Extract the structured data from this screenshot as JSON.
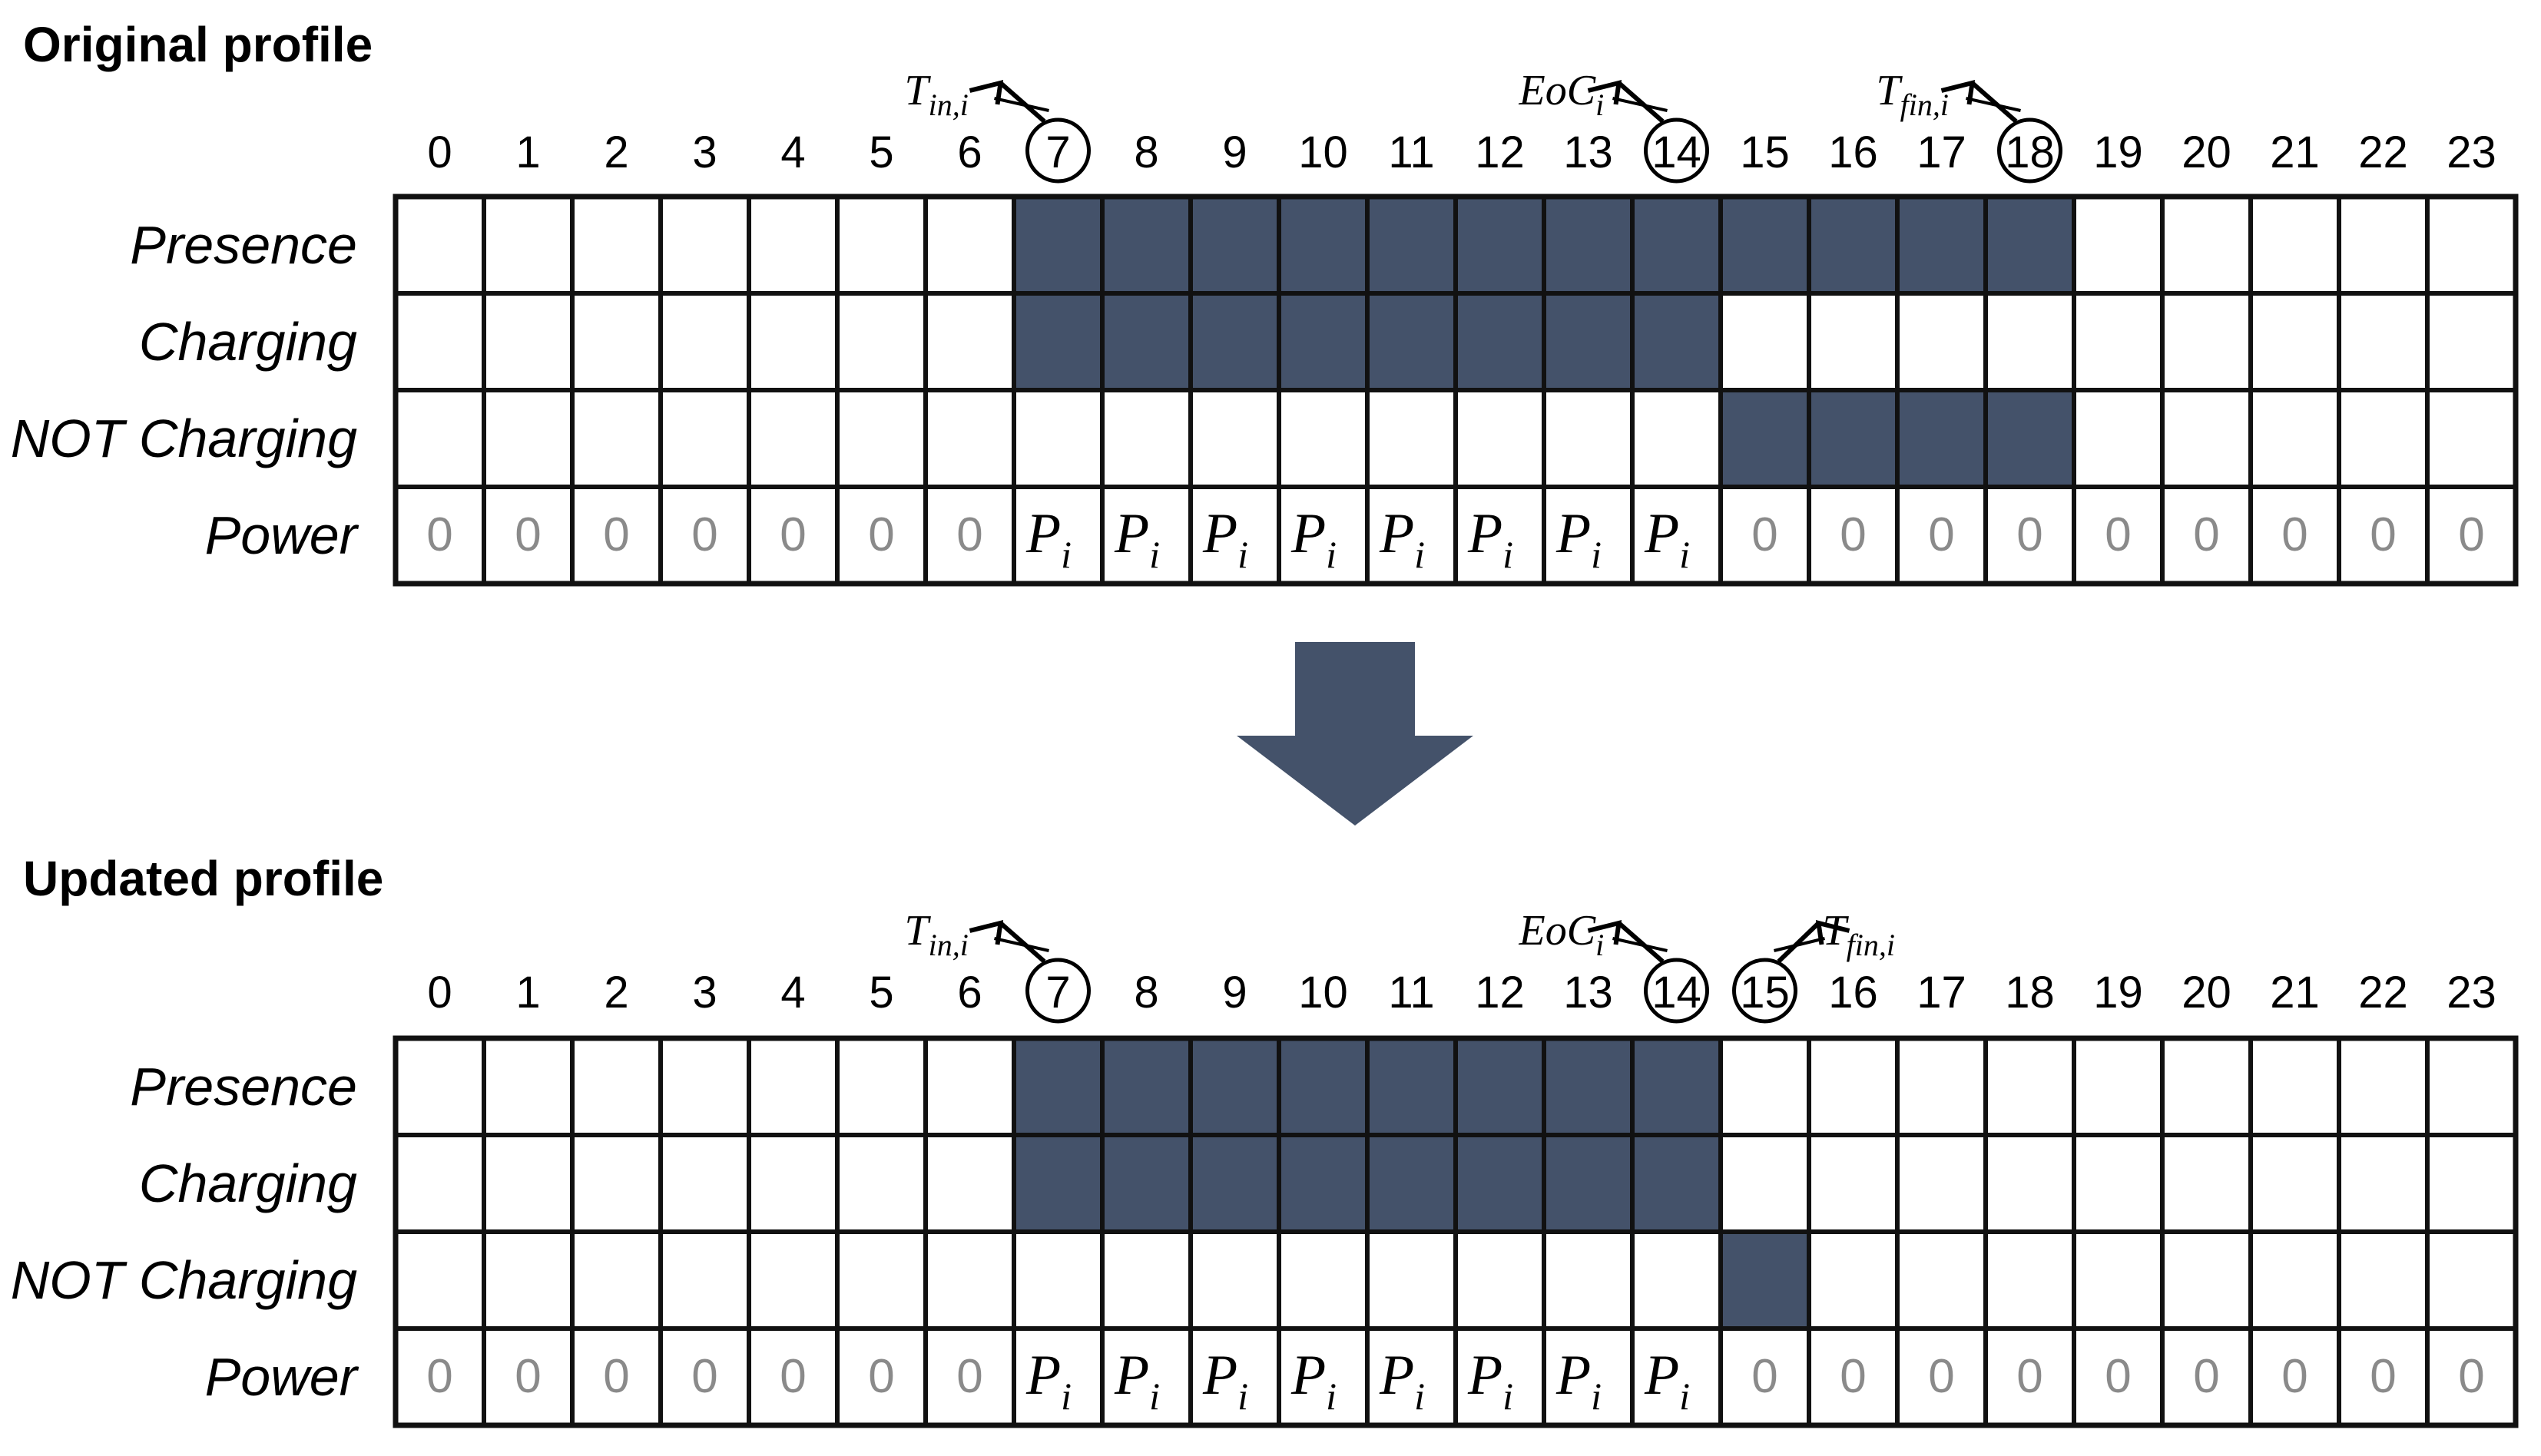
{
  "colors": {
    "filled": "#44526a",
    "empty": "#ffffff",
    "grid": "#111111",
    "arrow": "#44526a",
    "zero_text": "#8a8a8a"
  },
  "hours": [
    "0",
    "1",
    "2",
    "3",
    "4",
    "5",
    "6",
    "7",
    "8",
    "9",
    "10",
    "11",
    "12",
    "13",
    "14",
    "15",
    "16",
    "17",
    "18",
    "19",
    "20",
    "21",
    "22",
    "23"
  ],
  "row_labels": [
    "Presence",
    "Charging",
    "NOT Charging",
    "Power"
  ],
  "power_symbol": {
    "main": "P",
    "sub": "i"
  },
  "zero_symbol": "0",
  "arrow_icon": "down-arrow-icon",
  "panels": [
    {
      "title": "Original profile",
      "presence": [
        0,
        0,
        0,
        0,
        0,
        0,
        0,
        1,
        1,
        1,
        1,
        1,
        1,
        1,
        1,
        1,
        1,
        1,
        1,
        0,
        0,
        0,
        0,
        0
      ],
      "charging": [
        0,
        0,
        0,
        0,
        0,
        0,
        0,
        1,
        1,
        1,
        1,
        1,
        1,
        1,
        1,
        0,
        0,
        0,
        0,
        0,
        0,
        0,
        0,
        0
      ],
      "not_charging": [
        0,
        0,
        0,
        0,
        0,
        0,
        0,
        0,
        0,
        0,
        0,
        0,
        0,
        0,
        0,
        1,
        1,
        1,
        1,
        0,
        0,
        0,
        0,
        0
      ],
      "power": [
        0,
        0,
        0,
        0,
        0,
        0,
        0,
        1,
        1,
        1,
        1,
        1,
        1,
        1,
        1,
        0,
        0,
        0,
        0,
        0,
        0,
        0,
        0,
        0
      ],
      "circled_hours": [
        7,
        14,
        18
      ],
      "annotations": [
        {
          "main": "T",
          "sub": "in,i",
          "hour": 7,
          "pointer": "left"
        },
        {
          "main": "EoC",
          "sub": "i",
          "hour": 14,
          "pointer": "left"
        },
        {
          "main": "T",
          "sub": "fin,i",
          "hour": 18,
          "pointer": "left"
        }
      ]
    },
    {
      "title": "Updated profile",
      "presence": [
        0,
        0,
        0,
        0,
        0,
        0,
        0,
        1,
        1,
        1,
        1,
        1,
        1,
        1,
        1,
        0,
        0,
        0,
        0,
        0,
        0,
        0,
        0,
        0
      ],
      "charging": [
        0,
        0,
        0,
        0,
        0,
        0,
        0,
        1,
        1,
        1,
        1,
        1,
        1,
        1,
        1,
        0,
        0,
        0,
        0,
        0,
        0,
        0,
        0,
        0
      ],
      "not_charging": [
        0,
        0,
        0,
        0,
        0,
        0,
        0,
        0,
        0,
        0,
        0,
        0,
        0,
        0,
        0,
        1,
        0,
        0,
        0,
        0,
        0,
        0,
        0,
        0
      ],
      "power": [
        0,
        0,
        0,
        0,
        0,
        0,
        0,
        1,
        1,
        1,
        1,
        1,
        1,
        1,
        1,
        0,
        0,
        0,
        0,
        0,
        0,
        0,
        0,
        0
      ],
      "circled_hours": [
        7,
        14,
        15
      ],
      "annotations": [
        {
          "main": "T",
          "sub": "in,i",
          "hour": 7,
          "pointer": "left"
        },
        {
          "main": "EoC",
          "sub": "i",
          "hour": 14,
          "pointer": "left-far"
        },
        {
          "main": "T",
          "sub": "fin,i",
          "hour": 15,
          "pointer": "right"
        }
      ]
    }
  ]
}
